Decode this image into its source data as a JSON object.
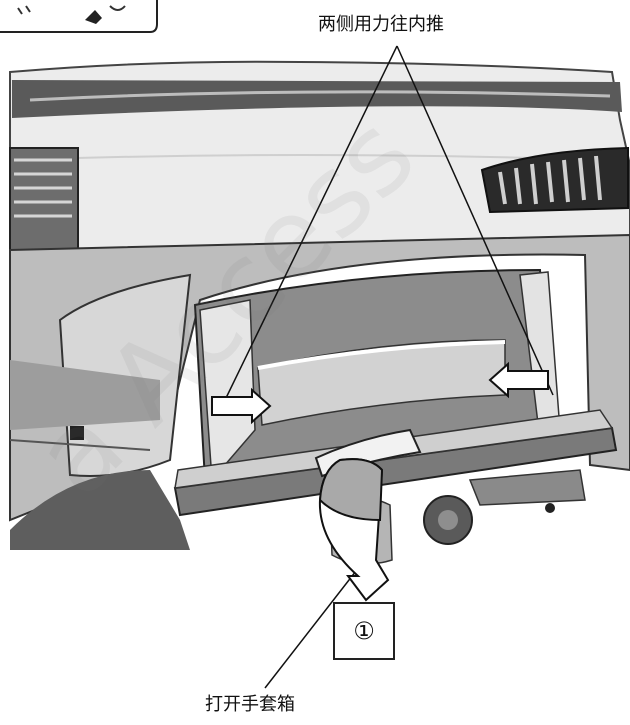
{
  "labels": {
    "push_inward": "两侧用力往内推",
    "open_glovebox": "打开手套箱",
    "step_marker": "①"
  },
  "watermark": "a Access",
  "colors": {
    "line": "#111111",
    "dash_dark": "#4a4a4a",
    "dash_mid": "#9a9a9a",
    "dash_light": "#dcdcdc"
  },
  "icons": {
    "push_arrows": "white-arrow-icon",
    "open_arrow": "curved-arrow-icon"
  }
}
